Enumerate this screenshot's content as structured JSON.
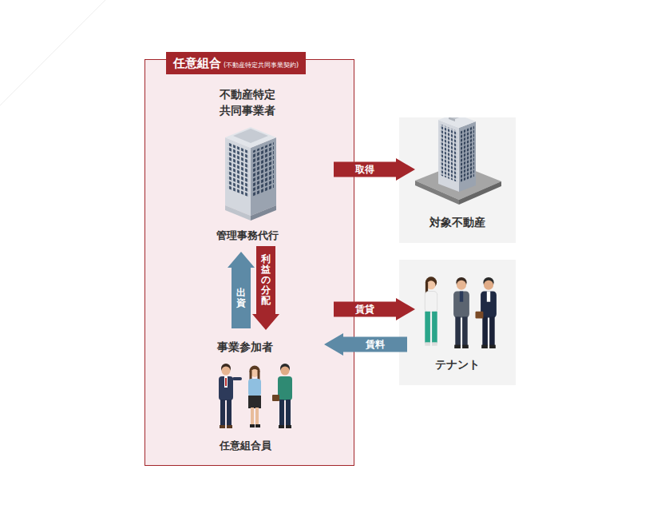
{
  "diagram": {
    "nodes": [
      {
        "text": [
          "任意組合",
          "(不動産特定共同事業契約)"
        ]
      },
      {
        "text": [
          "不動産特定 共同事業者",
          "管理事務代行"
        ],
        "in": 0
      },
      {
        "text": [
          "事業参加者",
          "任意組合員"
        ],
        "in": 0
      },
      {
        "text": [
          "対象不動産"
        ]
      },
      {
        "text": [
          "テナント"
        ]
      }
    ],
    "edges": [
      {
        "from": 2,
        "to": 1,
        "arrow": "to",
        "label": "出資"
      },
      {
        "from": 1,
        "to": 2,
        "arrow": "to",
        "label": "利益の分配"
      },
      {
        "from": 1,
        "to": 3,
        "arrow": "to",
        "label": "取得"
      },
      {
        "from": 2,
        "to": 4,
        "arrow": "to",
        "label": "賃貸"
      },
      {
        "from": 4,
        "to": 2,
        "arrow": "to",
        "label": "賃料"
      }
    ]
  }
}
